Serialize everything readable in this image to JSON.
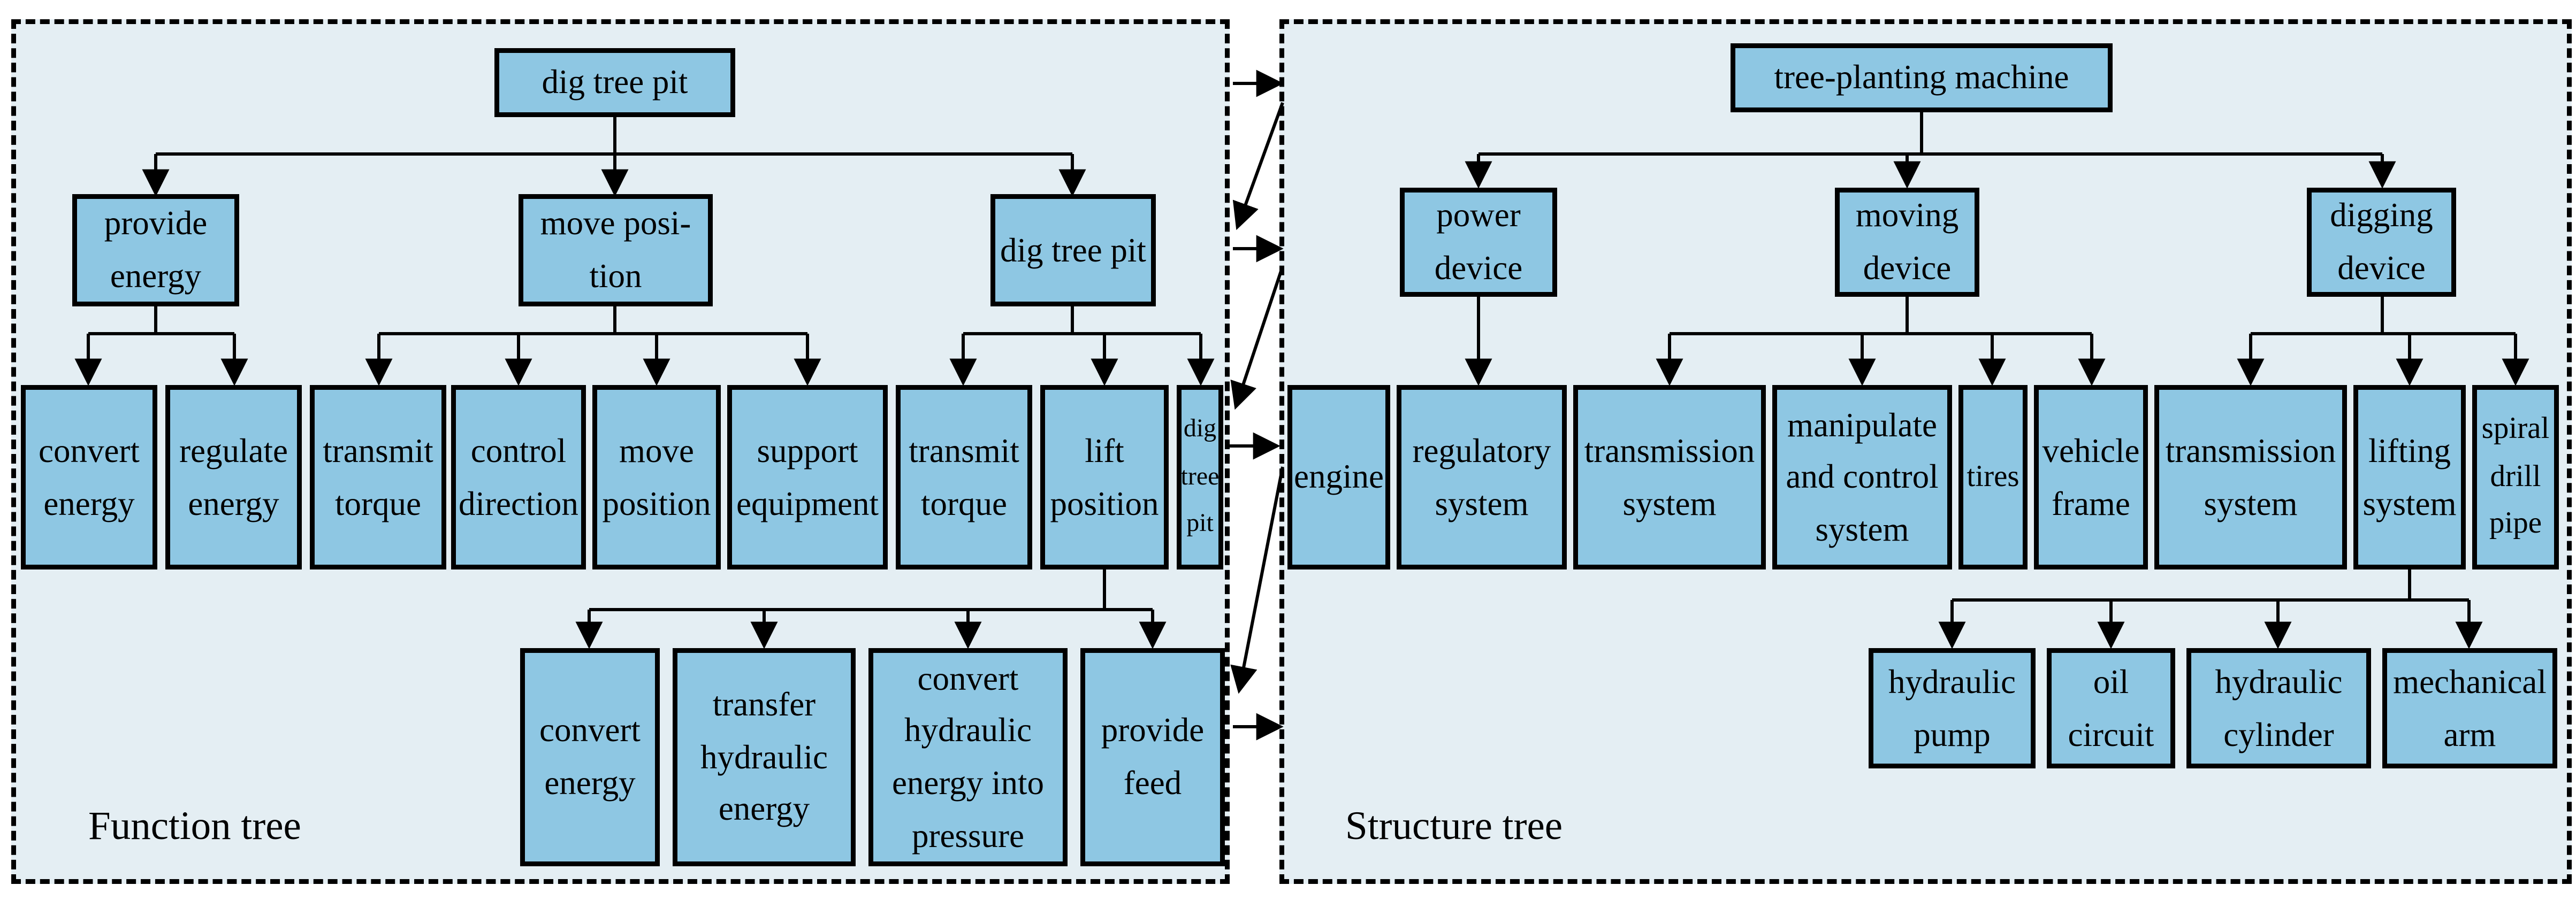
{
  "function_tree": {
    "panel_label": "Function tree",
    "root_label": "dig tree pit",
    "level2": [
      {
        "label": "provide\nenergy"
      },
      {
        "label": "move posi-\ntion"
      },
      {
        "label": "dig tree pit"
      }
    ],
    "level3": [
      {
        "label": "convert\nenergy"
      },
      {
        "label": "regulate\nenergy"
      },
      {
        "label": "transmit\ntorque"
      },
      {
        "label": "control\ndirection"
      },
      {
        "label": "move\nposition"
      },
      {
        "label": "support\nequipment"
      },
      {
        "label": "transmit\ntorque"
      },
      {
        "label": "lift\nposition"
      },
      {
        "label": "dig\ntree\npit"
      }
    ],
    "level4": [
      {
        "label": "convert\nenergy"
      },
      {
        "label": "transfer\nhydraulic\nenergy"
      },
      {
        "label": "convert\nhydraulic\nenergy into\npressure"
      },
      {
        "label": "provide\nfeed"
      }
    ]
  },
  "structure_tree": {
    "panel_label": "Structure tree",
    "root_label": "tree-planting machine",
    "level2": [
      {
        "label": "power\ndevice"
      },
      {
        "label": "moving\ndevice"
      },
      {
        "label": "digging\ndevice"
      }
    ],
    "level3": [
      {
        "label": "engine"
      },
      {
        "label": "regulatory\nsystem"
      },
      {
        "label": "transmission\nsystem"
      },
      {
        "label": "manipulate\nand control\nsystem"
      },
      {
        "label": "tires"
      },
      {
        "label": "vehicle\nframe"
      },
      {
        "label": "transmission\nsystem"
      },
      {
        "label": "lifting\nsystem"
      },
      {
        "label": "spiral\ndrill\npipe"
      }
    ],
    "level4": [
      {
        "label": "hydraulic\npump"
      },
      {
        "label": "oil\ncircuit"
      },
      {
        "label": "hydraulic\ncylinder"
      },
      {
        "label": "mechanical\narm"
      }
    ]
  },
  "colors": {
    "node_fill": "#8ec7e3",
    "panel_bg": "#e4eef3",
    "line": "#000000"
  }
}
